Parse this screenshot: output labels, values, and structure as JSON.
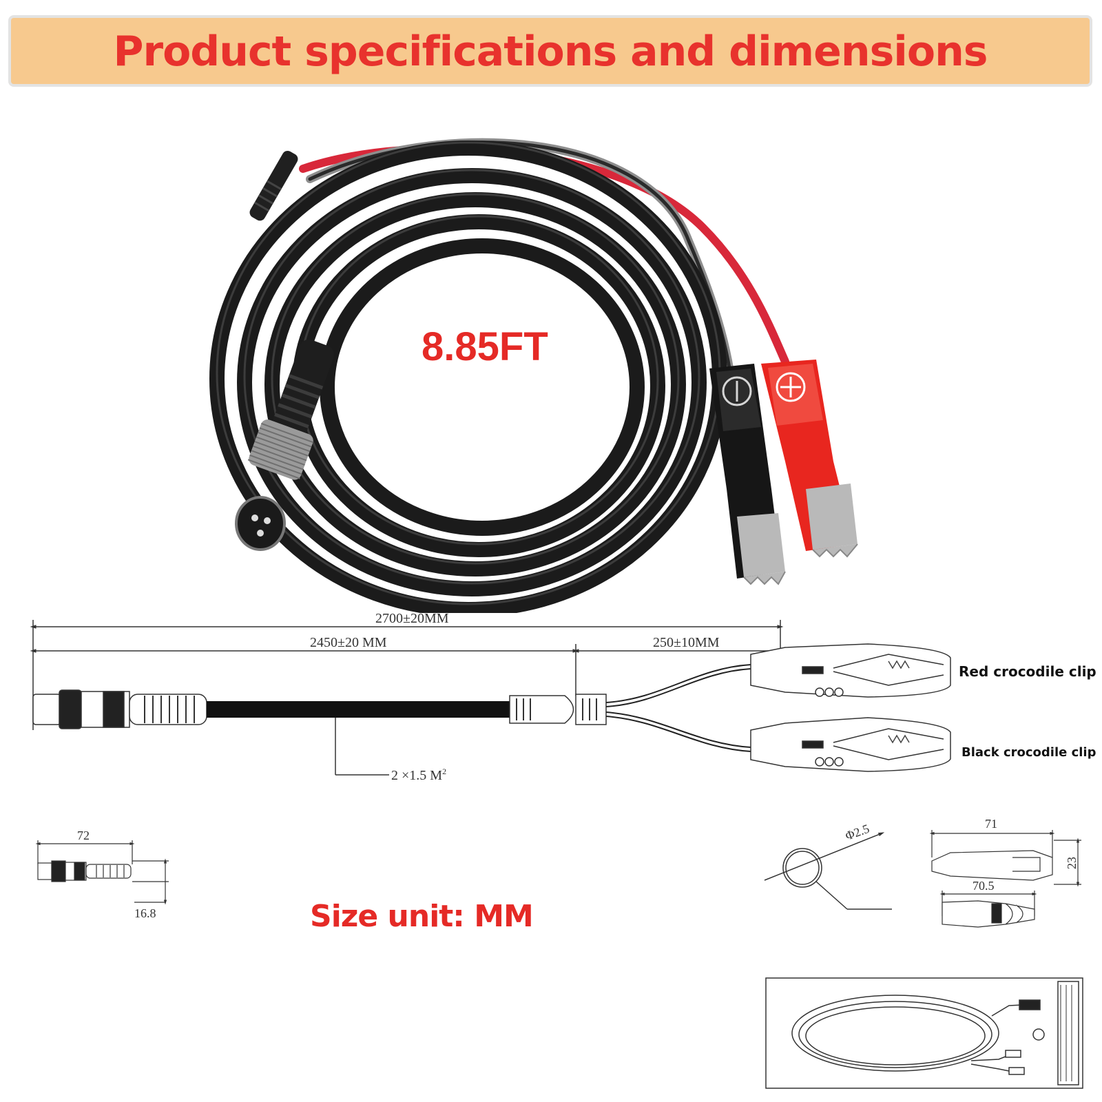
{
  "banner": {
    "title": "Product specifications and dimensions"
  },
  "photo": {
    "length_label": "8.85FT"
  },
  "drawing": {
    "total_length": "2700±20MM",
    "main_cable_length": "2450±20 MM",
    "branch_length": "250±10MM",
    "wire_spec": "2 ×1.5 M",
    "wire_spec_sup": "2",
    "red_clip_label": "Red crocodile clip",
    "black_clip_label": "Black crocodile clip",
    "connector_length": "72",
    "connector_diameter": "16.8",
    "ring_diameter": "Φ2.5",
    "clip_length": "71",
    "clip_height": "23",
    "clip_jaw_length": "70.5",
    "size_unit": "Size unit: MM"
  },
  "colors": {
    "accent_red": "#e52a26",
    "banner_bg": "#f7c98e",
    "cable": "#1b1b1b",
    "clip_red": "#e8261f"
  }
}
